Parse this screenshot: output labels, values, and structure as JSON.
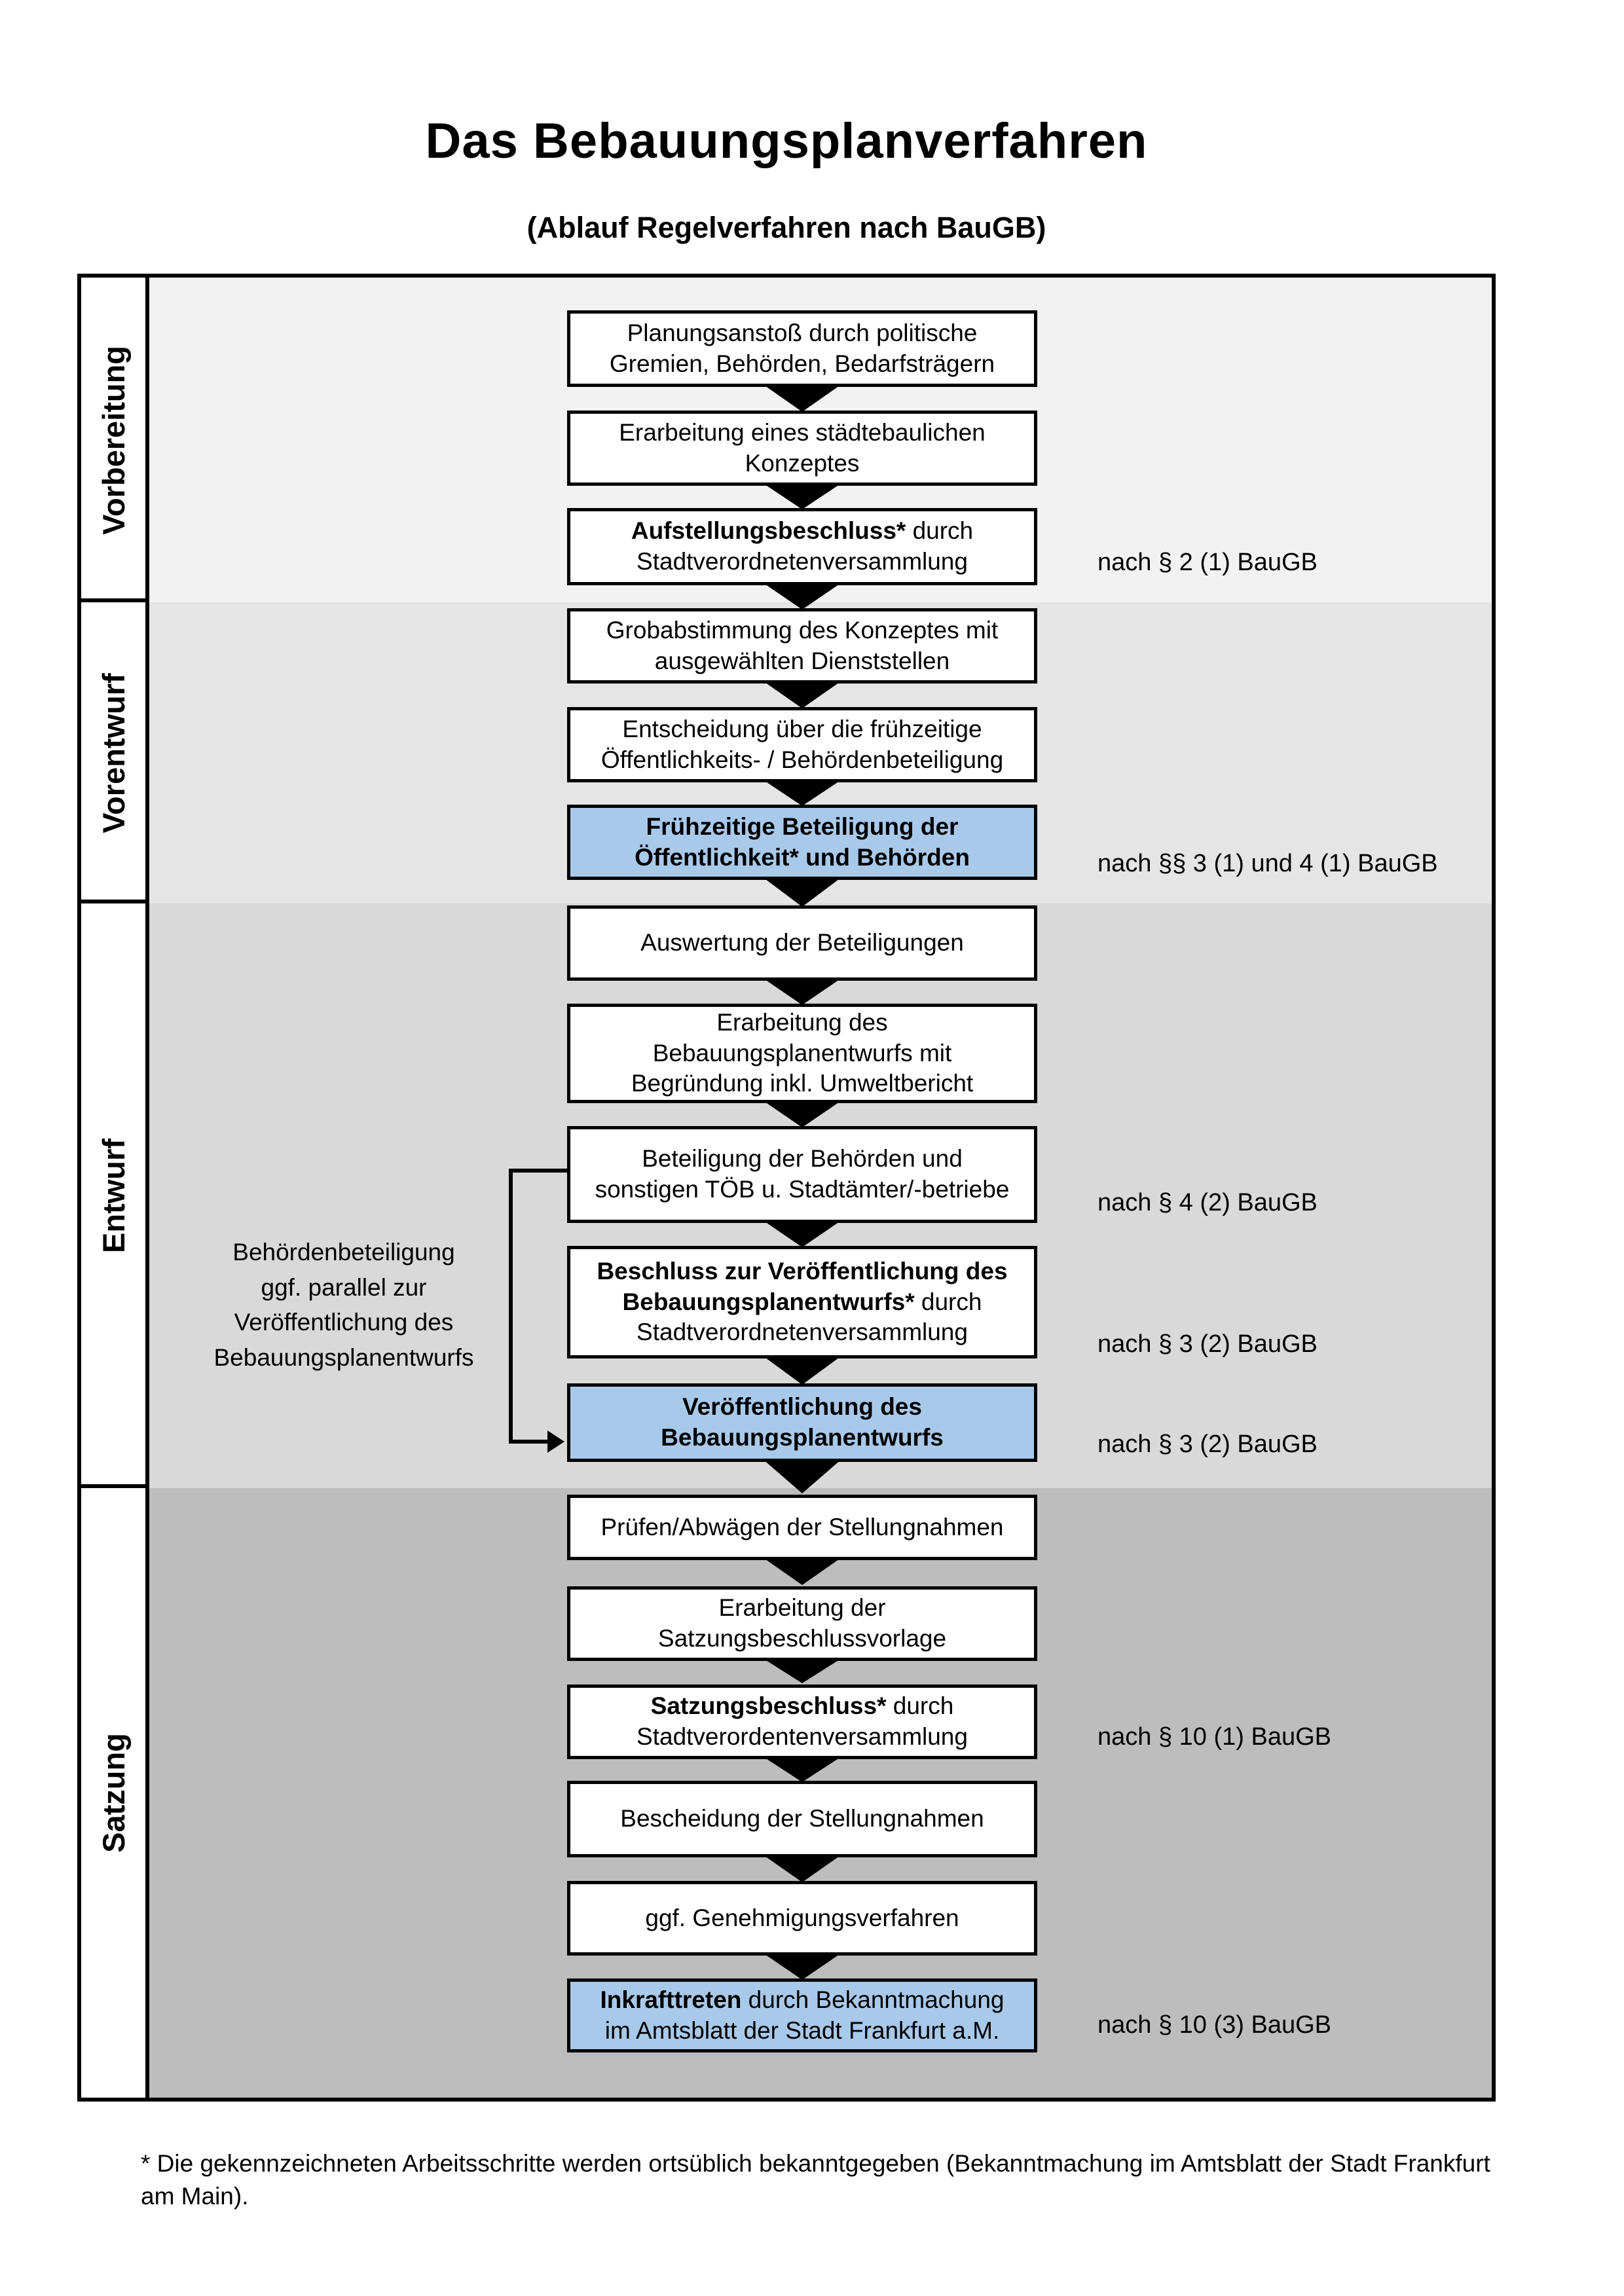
{
  "title": "Das Bebauungsplanverfahren",
  "subtitle": "(Ablauf Regelverfahren nach BauGB)",
  "colors": {
    "highlight_box": "#a9c9ea",
    "phase1_bg": "#f2f2f2",
    "phase2_bg": "#e5e5e5",
    "phase3_bg": "#d9d9d9",
    "phase4_bg": "#bdbdbd",
    "box_border": "#000000"
  },
  "phases": [
    {
      "label": "Vorbereitung"
    },
    {
      "label": "Vorentwurf"
    },
    {
      "label": "Entwurf"
    },
    {
      "label": "Satzung"
    }
  ],
  "boxes": [
    {
      "highlight": false,
      "lines": [
        [
          {
            "t": "Planungsanstoß durch politische",
            "b": false
          }
        ],
        [
          {
            "t": "Gremien, Behörden, Bedarfsträgern",
            "b": false
          }
        ]
      ]
    },
    {
      "highlight": false,
      "lines": [
        [
          {
            "t": "Erarbeitung eines städtebaulichen",
            "b": false
          }
        ],
        [
          {
            "t": "Konzeptes",
            "b": false
          }
        ]
      ]
    },
    {
      "highlight": false,
      "lines": [
        [
          {
            "t": "Aufstellungsbeschluss*",
            "b": true
          },
          {
            "t": " durch",
            "b": false
          }
        ],
        [
          {
            "t": "Stadtverordnetenversammlung",
            "b": false
          }
        ]
      ]
    },
    {
      "highlight": false,
      "lines": [
        [
          {
            "t": "Grobabstimmung des Konzeptes mit",
            "b": false
          }
        ],
        [
          {
            "t": "ausgewählten Dienststellen",
            "b": false
          }
        ]
      ]
    },
    {
      "highlight": false,
      "lines": [
        [
          {
            "t": "Entscheidung über die frühzeitige",
            "b": false
          }
        ],
        [
          {
            "t": "Öffentlichkeits- / Behördenbeteiligung",
            "b": false
          }
        ]
      ]
    },
    {
      "highlight": true,
      "lines": [
        [
          {
            "t": "Frühzeitige Beteiligung der",
            "b": true
          }
        ],
        [
          {
            "t": "Öffentlichkeit* und Behörden",
            "b": true
          }
        ]
      ]
    },
    {
      "highlight": false,
      "lines": [
        [
          {
            "t": "Auswertung der Beteiligungen",
            "b": false
          }
        ]
      ]
    },
    {
      "highlight": false,
      "lines": [
        [
          {
            "t": "Erarbeitung des",
            "b": false
          }
        ],
        [
          {
            "t": "Bebauungsplanentwurfs mit",
            "b": false
          }
        ],
        [
          {
            "t": "Begründung inkl. Umweltbericht",
            "b": false
          }
        ]
      ]
    },
    {
      "highlight": false,
      "lines": [
        [
          {
            "t": "Beteiligung der Behörden und",
            "b": false
          }
        ],
        [
          {
            "t": "sonstigen TÖB u. Stadtämter/-betriebe",
            "b": false
          }
        ]
      ]
    },
    {
      "highlight": false,
      "lines": [
        [
          {
            "t": "Beschluss zur Veröffentlichung des",
            "b": true
          }
        ],
        [
          {
            "t": "Bebauungsplanentwurfs*",
            "b": true
          },
          {
            "t": " durch",
            "b": false
          }
        ],
        [
          {
            "t": "Stadtverordnetenversammlung",
            "b": false
          }
        ]
      ]
    },
    {
      "highlight": true,
      "lines": [
        [
          {
            "t": "Veröffentlichung des",
            "b": true
          }
        ],
        [
          {
            "t": "Bebauungsplanentwurfs",
            "b": true
          }
        ]
      ]
    },
    {
      "highlight": false,
      "lines": [
        [
          {
            "t": "Prüfen/Abwägen der Stellungnahmen",
            "b": false
          }
        ]
      ]
    },
    {
      "highlight": false,
      "lines": [
        [
          {
            "t": "Erarbeitung der",
            "b": false
          }
        ],
        [
          {
            "t": "Satzungsbeschlussvorlage",
            "b": false
          }
        ]
      ]
    },
    {
      "highlight": false,
      "lines": [
        [
          {
            "t": "Satzungsbeschluss*",
            "b": true
          },
          {
            "t": " durch",
            "b": false
          }
        ],
        [
          {
            "t": "Stadtverordentenversammlung",
            "b": false
          }
        ]
      ]
    },
    {
      "highlight": false,
      "lines": [
        [
          {
            "t": "Bescheidung der Stellungnahmen",
            "b": false
          }
        ]
      ]
    },
    {
      "highlight": false,
      "lines": [
        [
          {
            "t": "ggf. Genehmigungsverfahren",
            "b": false
          }
        ]
      ]
    },
    {
      "highlight": true,
      "lines": [
        [
          {
            "t": "Inkrafttreten",
            "b": true
          },
          {
            "t": " durch Bekanntmachung",
            "b": false
          }
        ],
        [
          {
            "t": "im Amtsblatt der Stadt Frankfurt a.M.",
            "b": false
          }
        ]
      ]
    }
  ],
  "refs": [
    {
      "text": "nach § 2 (1) BauGB"
    },
    {
      "text": "nach §§ 3 (1) und 4 (1) BauGB"
    },
    {
      "text": "nach § 4 (2) BauGB"
    },
    {
      "text": "nach § 3 (2) BauGB"
    },
    {
      "text": "nach § 3 (2) BauGB"
    },
    {
      "text": "nach § 10 (1) BauGB"
    },
    {
      "text": "nach § 10 (3) BauGB"
    }
  ],
  "side_note": {
    "line1": "Behördenbeteiligung",
    "line2": "ggf. parallel zur",
    "line3": "Veröffentlichung des",
    "line4": "Bebauungsplanentwurfs"
  },
  "footnote": "* Die gekennzeichneten Arbeitsschritte werden ortsüblich bekanntgegeben (Bekanntmachung im Amtsblatt  der Stadt Frankfurt am Main)."
}
